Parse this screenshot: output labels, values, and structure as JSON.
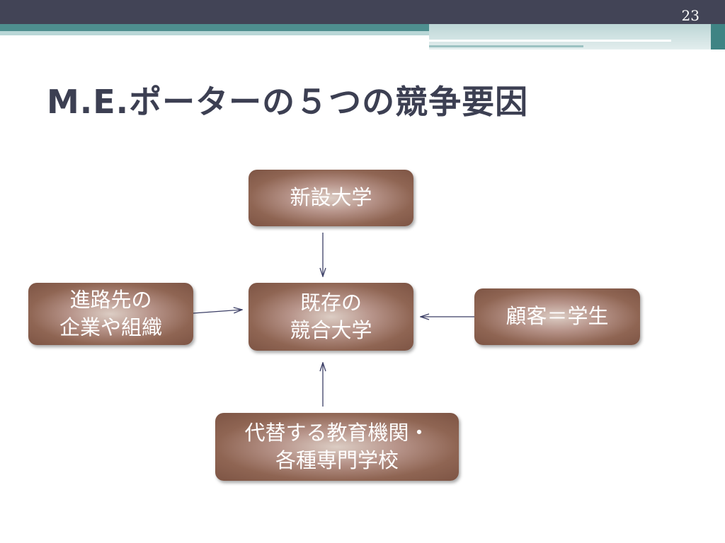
{
  "slide": {
    "page_number": "23",
    "title": "M.E.ポーターの５つの競争要因"
  },
  "diagram": {
    "nodes": {
      "top": "新設大学",
      "center": "既存の\n競合大学",
      "left": "進路先の\n企業や組織",
      "right": "顧客＝学生",
      "bottom": "代替する教育機関・\n各種専門学校"
    },
    "colors": {
      "node_dark": "#7d5444",
      "node_light": "#dccdc4",
      "arrow": "#3c3f66",
      "header_dark": "#424456",
      "header_teal": "#4e8f8f",
      "title_text": "#3c3f52"
    }
  }
}
